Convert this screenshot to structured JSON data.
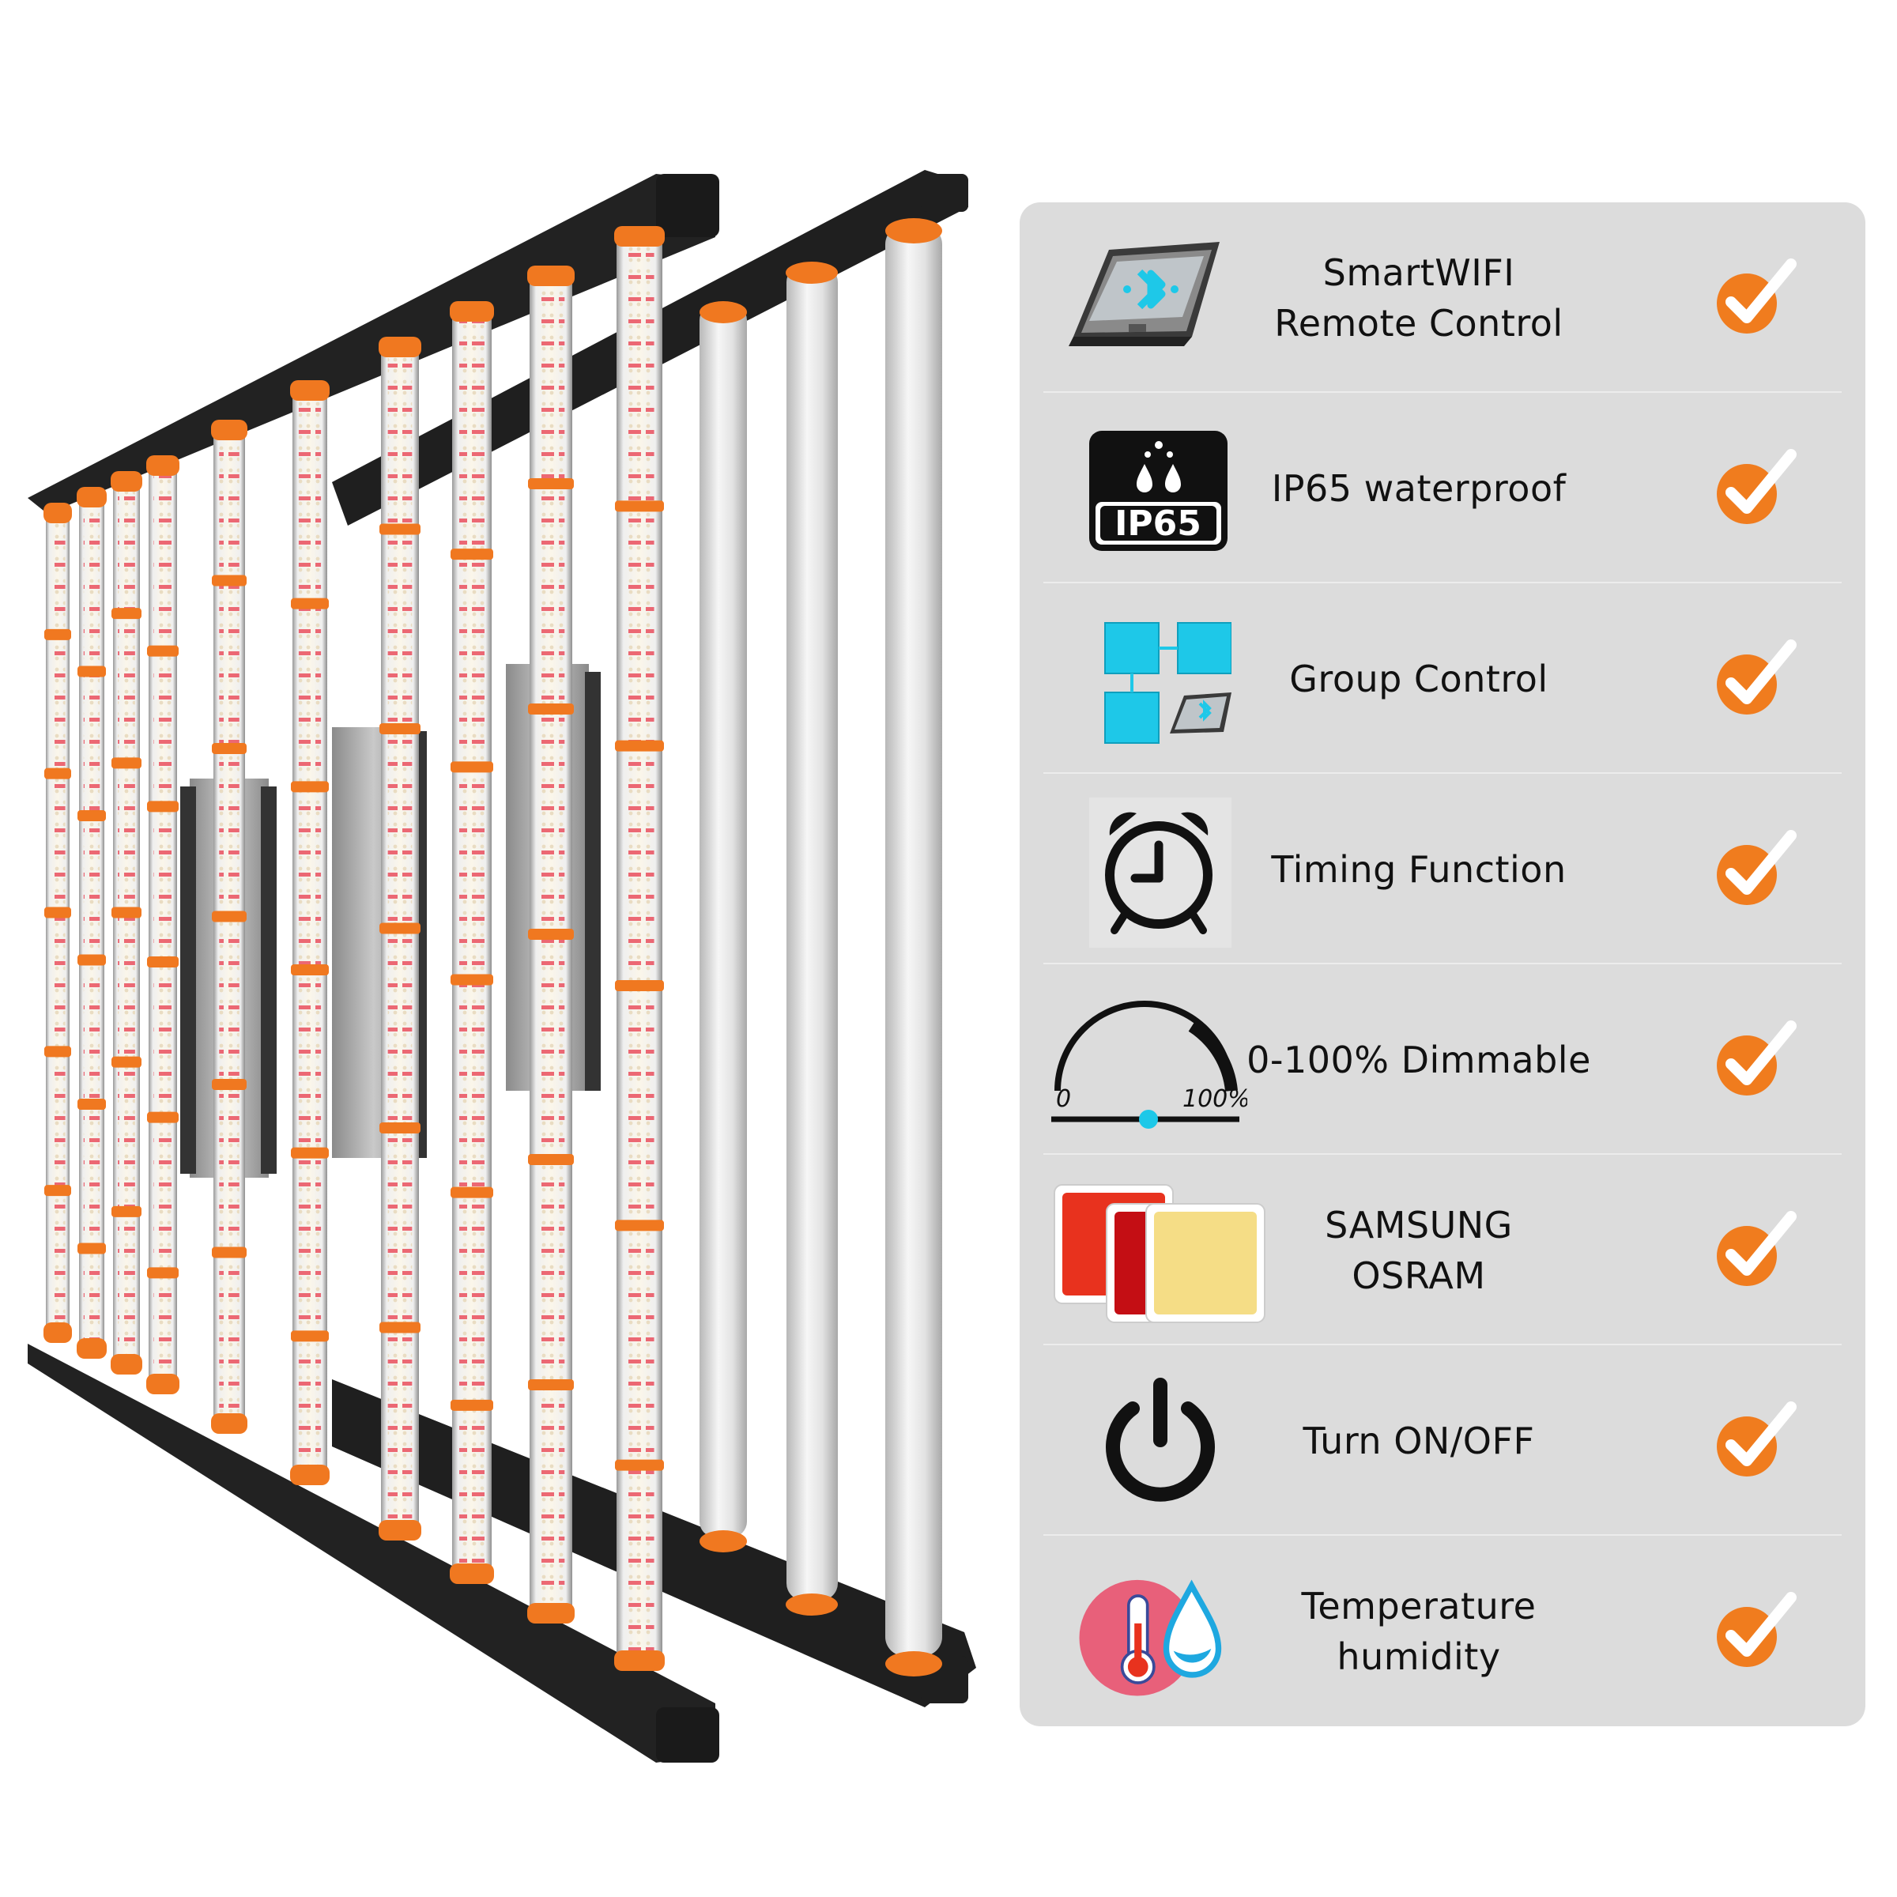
{
  "features": [
    {
      "lines": [
        "SmartWIFI",
        "Remote Control"
      ],
      "icon": "tablet-bluetooth-icon"
    },
    {
      "lines": [
        "IP65 waterproof"
      ],
      "icon": "ip65-waterproof-icon",
      "badge_text": "IP65"
    },
    {
      "lines": [
        "Group Control"
      ],
      "icon": "group-control-icon"
    },
    {
      "lines": [
        "Timing Function"
      ],
      "icon": "alarm-clock-icon"
    },
    {
      "lines": [
        "0-100% Dimmable"
      ],
      "icon": "dimmer-gauge-icon",
      "scale_min": "0",
      "scale_max": "100%"
    },
    {
      "lines": [
        "SAMSUNG",
        "OSRAM"
      ],
      "icon": "led-chips-icon"
    },
    {
      "lines": [
        "Turn ON/OFF"
      ],
      "icon": "power-icon"
    },
    {
      "lines": [
        "Temperature",
        "humidity"
      ],
      "icon": "thermometer-droplet-icon"
    }
  ],
  "colors": {
    "panel": "#dcdcdc",
    "check_orange": "#f07c1e",
    "accent_cyan": "#1ec8e8",
    "led_orange": "#f07820",
    "frame_black": "#222222"
  }
}
